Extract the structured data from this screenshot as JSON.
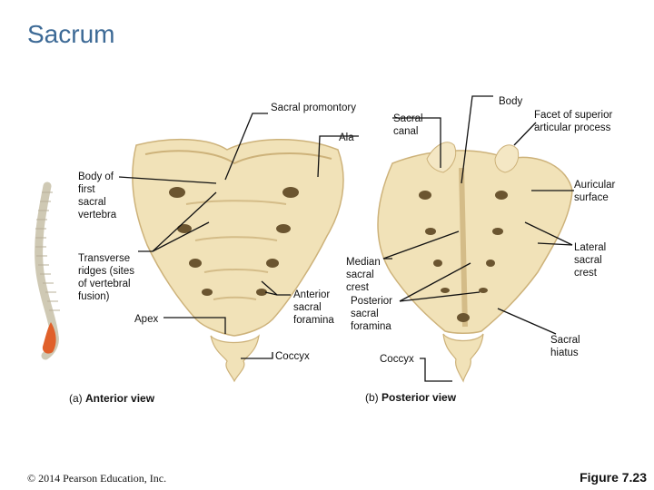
{
  "title": "Sacrum",
  "labels": {
    "sacral_promontory": "Sacral promontory",
    "ala": "Ala",
    "sacral_canal": "Sacral\ncanal",
    "body": "Body",
    "facet_superior": "Facet of superior\narticular process",
    "body_first_sacral": "Body of\nfirst\nsacral\nvertebra",
    "auricular_surface": "Auricular\nsurface",
    "transverse_ridges": "Transverse\nridges (sites\nof vertebral\nfusion)",
    "apex": "Apex",
    "median_sacral_crest": "Median\nsacral\ncrest",
    "lateral_sacral_crest": "Lateral\nsacral\ncrest",
    "anterior_sacral_foramina": "Anterior\nsacral\nforamina",
    "posterior_sacral_foramina": "Posterior\nsacral\nforamina",
    "coccyx_anterior": "Coccyx",
    "coccyx_posterior": "Coccyx",
    "sacral_hiatus": "Sacral\nhiatus"
  },
  "captions": {
    "a_letter": "(a)",
    "a_text": "Anterior view",
    "b_letter": "(b)",
    "b_text": "Posterior view"
  },
  "copyright": "© 2014 Pearson Education, Inc.",
  "figure_number": "Figure 7.23",
  "colors": {
    "title": "#3d6a96",
    "bone": "#f1e2b8",
    "bone_shadow": "#cdb27a",
    "foramen": "#6b5530",
    "spine_highlight": "#e0602a"
  }
}
